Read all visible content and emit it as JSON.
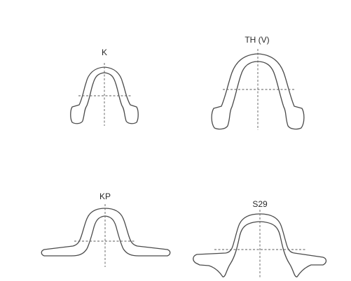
{
  "profiles": [
    {
      "id": "k",
      "label": "K"
    },
    {
      "id": "th-v",
      "label": "TH (V)"
    },
    {
      "id": "kp",
      "label": "KP"
    },
    {
      "id": "s29",
      "label": "S29"
    }
  ],
  "colors": {
    "background": "#ffffff",
    "outline": "#4a4a4a",
    "axis": "#5a5a5a",
    "label": "#2a2a2a"
  }
}
